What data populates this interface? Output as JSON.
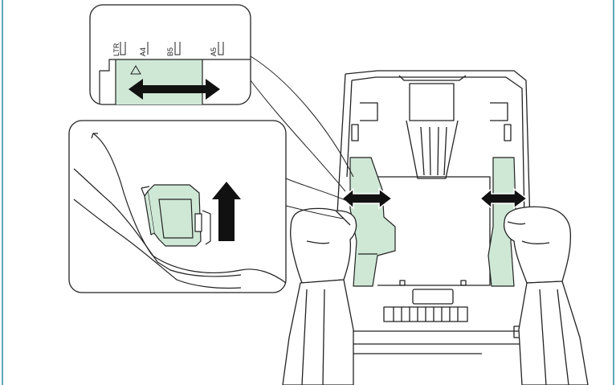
{
  "scale_labels": {
    "ltr": "LTR",
    "a4": "A4",
    "b5": "B5",
    "a5": "A5"
  },
  "colors": {
    "guide_green": "#cfe8d6",
    "line": "#222222",
    "frame": "#2e8a9a",
    "background": "#ffffff"
  },
  "icons": {
    "direction_slide": "double-arrow-icon",
    "direction_lift": "up-arrow-icon",
    "size_pointer": "triangle-pointer-icon"
  }
}
